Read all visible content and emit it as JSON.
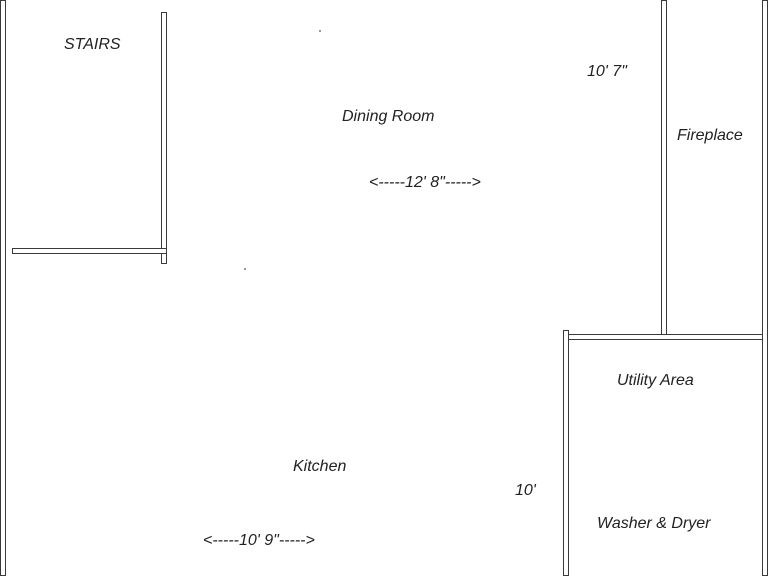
{
  "rooms": {
    "stairs": "STAIRS",
    "dining_room": "Dining Room",
    "fireplace": "Fireplace",
    "utility_area": "Utility Area",
    "kitchen": "Kitchen",
    "washer_dryer": "Washer & Dryer"
  },
  "dimensions": {
    "dining_height": "10' 7\"",
    "dining_width": "<-----12' 8\"----->",
    "kitchen_height": "10'",
    "kitchen_width": "<-----10' 9\"----->"
  },
  "colors": {
    "wall_stroke": "#3a3a3a",
    "text": "#222222",
    "background": "#ffffff"
  }
}
